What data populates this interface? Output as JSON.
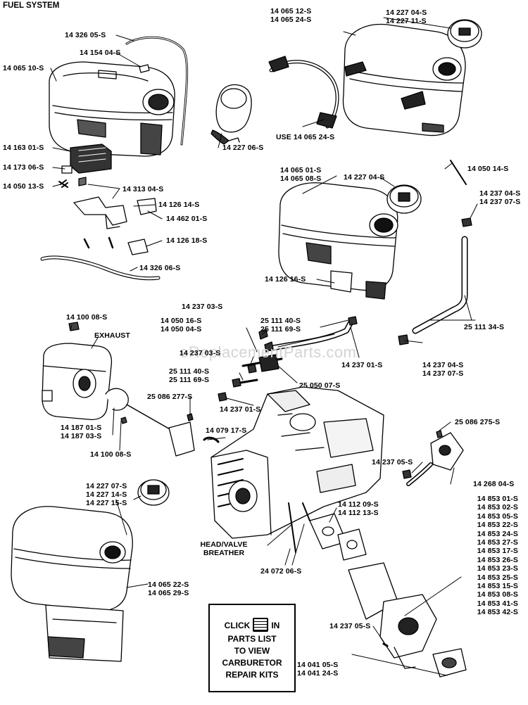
{
  "title": "FUEL SYSTEM",
  "watermark": "eReplacementParts.com",
  "labels": {
    "p14326_05": "14 326 05-S",
    "p14154_04": "14 154 04-S",
    "p14065_10": "14 065 10-S",
    "p14163_01": "14 163 01-S",
    "p14173_06": "14 173 06-S",
    "p14050_13": "14 050 13-S",
    "p14313_04": "14 313 04-S",
    "p14126_14": "14 126 14-S",
    "p14462_01": "14 462 01-S",
    "p14126_18": "14 126 18-S",
    "p14326_06": "14 326 06-S",
    "p14227_06": "14 227 06-S",
    "p14065_12": [
      "14 065 12-S",
      "14 065 24-S"
    ],
    "p14227_04_top": [
      "14 227 04-S",
      "14 227 11-S"
    ],
    "use_14065_24": "USE 14 065 24-S",
    "p14065_01": [
      "14 065 01-S",
      "14 065 08-S"
    ],
    "p14227_04_mid": "14 227 04-S",
    "p14050_14": "14 050 14-S",
    "p14237_04_a": [
      "14 237 04-S",
      "14 237 07-S"
    ],
    "p14126_16": "14 126 16-S",
    "p14237_03_a": "14 237 03-S",
    "p14050_16": [
      "14 050 16-S",
      "14 050 04-S"
    ],
    "p14237_03_b": "14 237 03-S",
    "p25111_40_a": [
      "25 111 40-S",
      "25 111 69-S"
    ],
    "p25111_34": "25 111 34-S",
    "p14237_01_a": "14 237 01-S",
    "p14237_04_b": [
      "14 237 04-S",
      "14 237 07-S"
    ],
    "p25111_40_b": [
      "25 111 40-S",
      "25 111 69-S"
    ],
    "p25050_07": "25 050 07-S",
    "p14237_01_b": "14 237 01-S",
    "p14100_08_a": "14 100 08-S",
    "exhaust": "EXHAUST",
    "p25086_277": "25 086 277-S",
    "p14187_01": [
      "14 187 01-S",
      "14 187 03-S"
    ],
    "p14100_08_b": "14 100 08-S",
    "p14079_17": "14 079 17-S",
    "p25086_275": "25 086 275-S",
    "p14237_05_a": "14 237 05-S",
    "p14268_04": "14 268 04-S",
    "p14227_07": [
      "14 227 07-S",
      "14 227 14-S",
      "14 227 15-S"
    ],
    "p14112_09": [
      "14 112 09-S",
      "14 112 13-S"
    ],
    "head_valve_breather": [
      "HEAD/VALVE",
      "BREATHER"
    ],
    "p24072_06": "24 072 06-S",
    "p14065_22": [
      "14 065 22-S",
      "14 065 29-S"
    ],
    "p14237_05_b": "14 237 05-S",
    "p14041_05": [
      "14 041 05-S",
      "14 041 24-S"
    ],
    "carb_kits": [
      "14 853 01-S",
      "14 853 02-S",
      "14 853 05-S",
      "14 853 22-S",
      "14 853 24-S",
      "14 853 27-S",
      "14 853 17-S",
      "14 853 26-S",
      "14 853 23-S",
      "14 853 25-S",
      "14 853 15-S",
      "14 853 08-S",
      "14 853 41-S",
      "14 853 42-S"
    ]
  },
  "click_box": {
    "word1": "CLICK",
    "word2": "IN",
    "lines": [
      "PARTS LIST",
      "TO VIEW",
      "CARBURETOR",
      "REPAIR KITS"
    ]
  }
}
